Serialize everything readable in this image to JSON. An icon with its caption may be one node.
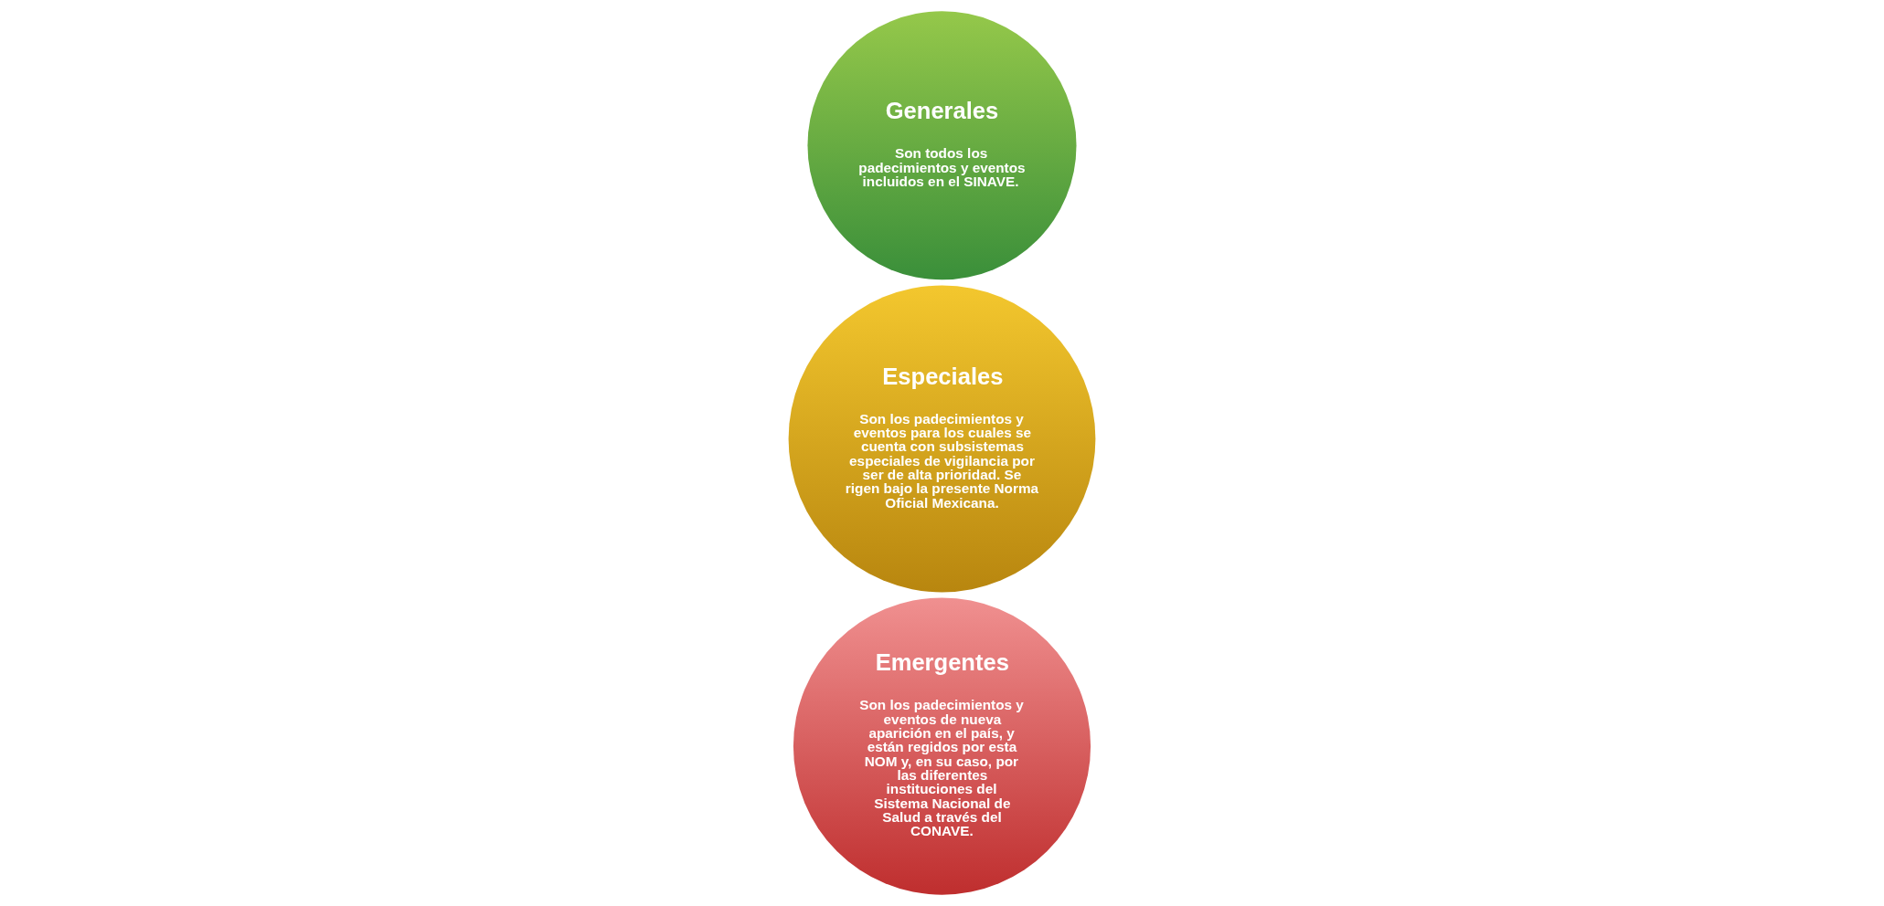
{
  "diagram": {
    "nodes": [
      {
        "text": [
          "Generales",
          "Son todos los padecimientos y eventos incluidos en el SINAVE."
        ]
      },
      {
        "text": [
          "Especiales",
          "Son los padecimientos y eventos para los cuales se cuenta con subsistemas especiales de vigilancia por ser de alta prioridad. Se rigen bajo la presente Norma Oficial Mexicana."
        ]
      },
      {
        "text": [
          "Emergentes",
          "Son los padecimientos y eventos de nueva aparición en el país, y están regidos por esta NOM y, en su caso, por las diferentes instituciones del Sistema Nacional de Salud a través del CONAVE."
        ]
      }
    ]
  }
}
